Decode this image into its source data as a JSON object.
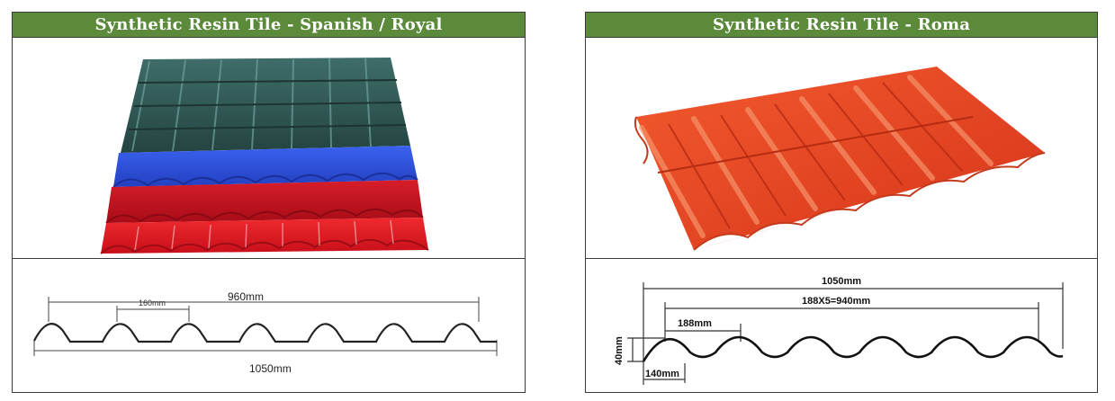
{
  "panels": {
    "left": {
      "title": "Synthetic Resin Tile - Spanish / Royal",
      "dims": {
        "pitch": "160mm",
        "effective": "960mm",
        "total": "1050mm"
      },
      "colors": {
        "header": "#5a8a3a",
        "layer1": "#2f5350",
        "layer2": "#2a4fd8",
        "layer3": "#c8101e",
        "layer4": "#e0141e"
      }
    },
    "right": {
      "title": "Synthetic Resin Tile - Roma",
      "dims": {
        "total": "1050mm",
        "effective": "188X5=940mm",
        "pitch": "188mm",
        "height": "40mm",
        "width": "140mm"
      },
      "colors": {
        "tile": "#e8431c"
      }
    }
  }
}
